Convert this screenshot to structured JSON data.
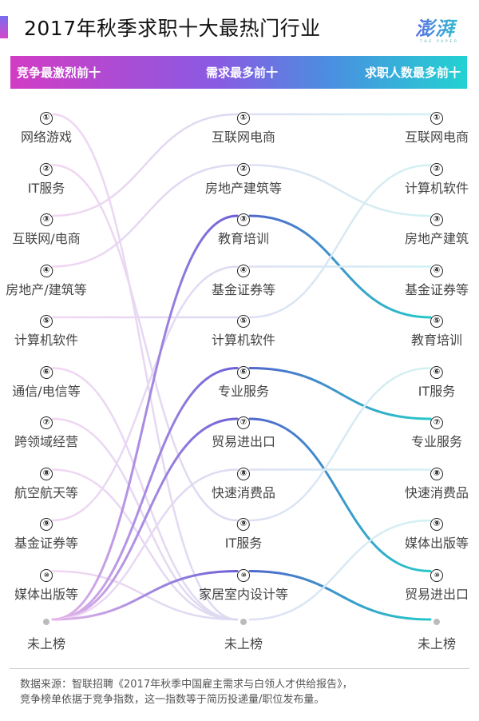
{
  "header": {
    "title": "2017年秋季求职十大最热门行业",
    "logo_text": "澎湃",
    "logo_subtext": "THE PAPER"
  },
  "band": {
    "col0_label": "竞争最激烈前十",
    "col1_label": "需求最多前十",
    "col2_label": "求职人数最多前十",
    "gradient_colors": [
      "#d23cc4",
      "#8a5ae2",
      "#4a8fe0",
      "#22d2d2"
    ]
  },
  "columns": [
    {
      "name": "竞争最激烈前十",
      "items": [
        {
          "rank": "①",
          "label": "网络游戏"
        },
        {
          "rank": "②",
          "label": "IT服务"
        },
        {
          "rank": "③",
          "label": "互联网/电商"
        },
        {
          "rank": "④",
          "label": "房地产/建筑等"
        },
        {
          "rank": "⑤",
          "label": "计算机软件"
        },
        {
          "rank": "⑥",
          "label": "通信/电信等"
        },
        {
          "rank": "⑦",
          "label": "跨领域经营"
        },
        {
          "rank": "⑧",
          "label": "航空航天等"
        },
        {
          "rank": "⑨",
          "label": "基金证券等"
        },
        {
          "rank": "⑩",
          "label": "媒体出版等"
        }
      ],
      "unranked_label": "未上榜"
    },
    {
      "name": "需求最多前十",
      "items": [
        {
          "rank": "①",
          "label": "互联网电商"
        },
        {
          "rank": "②",
          "label": "房地产建筑等"
        },
        {
          "rank": "③",
          "label": "教育培训"
        },
        {
          "rank": "④",
          "label": "基金证券等"
        },
        {
          "rank": "⑤",
          "label": "计算机软件"
        },
        {
          "rank": "⑥",
          "label": "专业服务"
        },
        {
          "rank": "⑦",
          "label": "贸易进出口"
        },
        {
          "rank": "⑧",
          "label": "快速消费品"
        },
        {
          "rank": "⑨",
          "label": "IT服务"
        },
        {
          "rank": "⑩",
          "label": "家居室内设计等"
        }
      ],
      "unranked_label": "未上榜"
    },
    {
      "name": "求职人数最多前十",
      "items": [
        {
          "rank": "①",
          "label": "互联网电商"
        },
        {
          "rank": "②",
          "label": "计算机软件"
        },
        {
          "rank": "③",
          "label": "房地产建筑"
        },
        {
          "rank": "④",
          "label": "基金证券等"
        },
        {
          "rank": "⑤",
          "label": "教育培训"
        },
        {
          "rank": "⑥",
          "label": "IT服务"
        },
        {
          "rank": "⑦",
          "label": "专业服务"
        },
        {
          "rank": "⑧",
          "label": "快速消费品"
        },
        {
          "rank": "⑨",
          "label": "媒体出版等"
        },
        {
          "rank": "⑩",
          "label": "贸易进出口"
        }
      ],
      "unranked_label": "未上榜"
    }
  ],
  "links_left_to_middle": [
    {
      "from": 1,
      "to": 11
    },
    {
      "from": 2,
      "to": 9
    },
    {
      "from": 3,
      "to": 1
    },
    {
      "from": 4,
      "to": 2
    },
    {
      "from": 5,
      "to": 5
    },
    {
      "from": 6,
      "to": 11
    },
    {
      "from": 7,
      "to": 11
    },
    {
      "from": 8,
      "to": 11
    },
    {
      "from": 9,
      "to": 4
    },
    {
      "from": 10,
      "to": 11
    },
    {
      "from": 11,
      "to": 3,
      "highlight": true
    },
    {
      "from": 11,
      "to": 6,
      "highlight": true
    },
    {
      "from": 11,
      "to": 7,
      "highlight": true
    },
    {
      "from": 11,
      "to": 8
    },
    {
      "from": 11,
      "to": 10,
      "highlight": true
    }
  ],
  "links_middle_to_right": [
    {
      "from": 1,
      "to": 1
    },
    {
      "from": 2,
      "to": 3
    },
    {
      "from": 3,
      "to": 5,
      "highlight": true
    },
    {
      "from": 4,
      "to": 4
    },
    {
      "from": 5,
      "to": 2
    },
    {
      "from": 6,
      "to": 7,
      "highlight": true
    },
    {
      "from": 7,
      "to": 10,
      "highlight": true
    },
    {
      "from": 8,
      "to": 8
    },
    {
      "from": 9,
      "to": 6
    },
    {
      "from": 10,
      "to": 11,
      "highlight": true
    },
    {
      "from": 11,
      "to": 9
    }
  ],
  "footer": {
    "line1": "数据来源：智联招聘《2017年秋季中国雇主需求与白领人才供给报告》，",
    "line2": "竞争榜单依据于竞争指数，这一指数等于简历投递量/职位发布量。"
  },
  "chart_data": {
    "type": "table",
    "title": "2017年秋季求职十大最热门行业",
    "columns": [
      "竞争最激烈前十",
      "需求最多前十",
      "求职人数最多前十"
    ],
    "rows": [
      [
        "网络游戏",
        "互联网电商",
        "互联网电商"
      ],
      [
        "IT服务",
        "房地产建筑等",
        "计算机软件"
      ],
      [
        "互联网/电商",
        "教育培训",
        "房地产建筑"
      ],
      [
        "房地产/建筑等",
        "基金证券等",
        "基金证券等"
      ],
      [
        "计算机软件",
        "计算机软件",
        "教育培训"
      ],
      [
        "通信/电信等",
        "专业服务",
        "IT服务"
      ],
      [
        "跨领域经营",
        "贸易进出口",
        "专业服务"
      ],
      [
        "航空航天等",
        "快速消费品",
        "快速消费品"
      ],
      [
        "基金证券等",
        "IT服务",
        "媒体出版等"
      ],
      [
        "媒体出版等",
        "家居室内设计等",
        "贸易进出口"
      ]
    ],
    "unranked_label": "未上榜"
  }
}
